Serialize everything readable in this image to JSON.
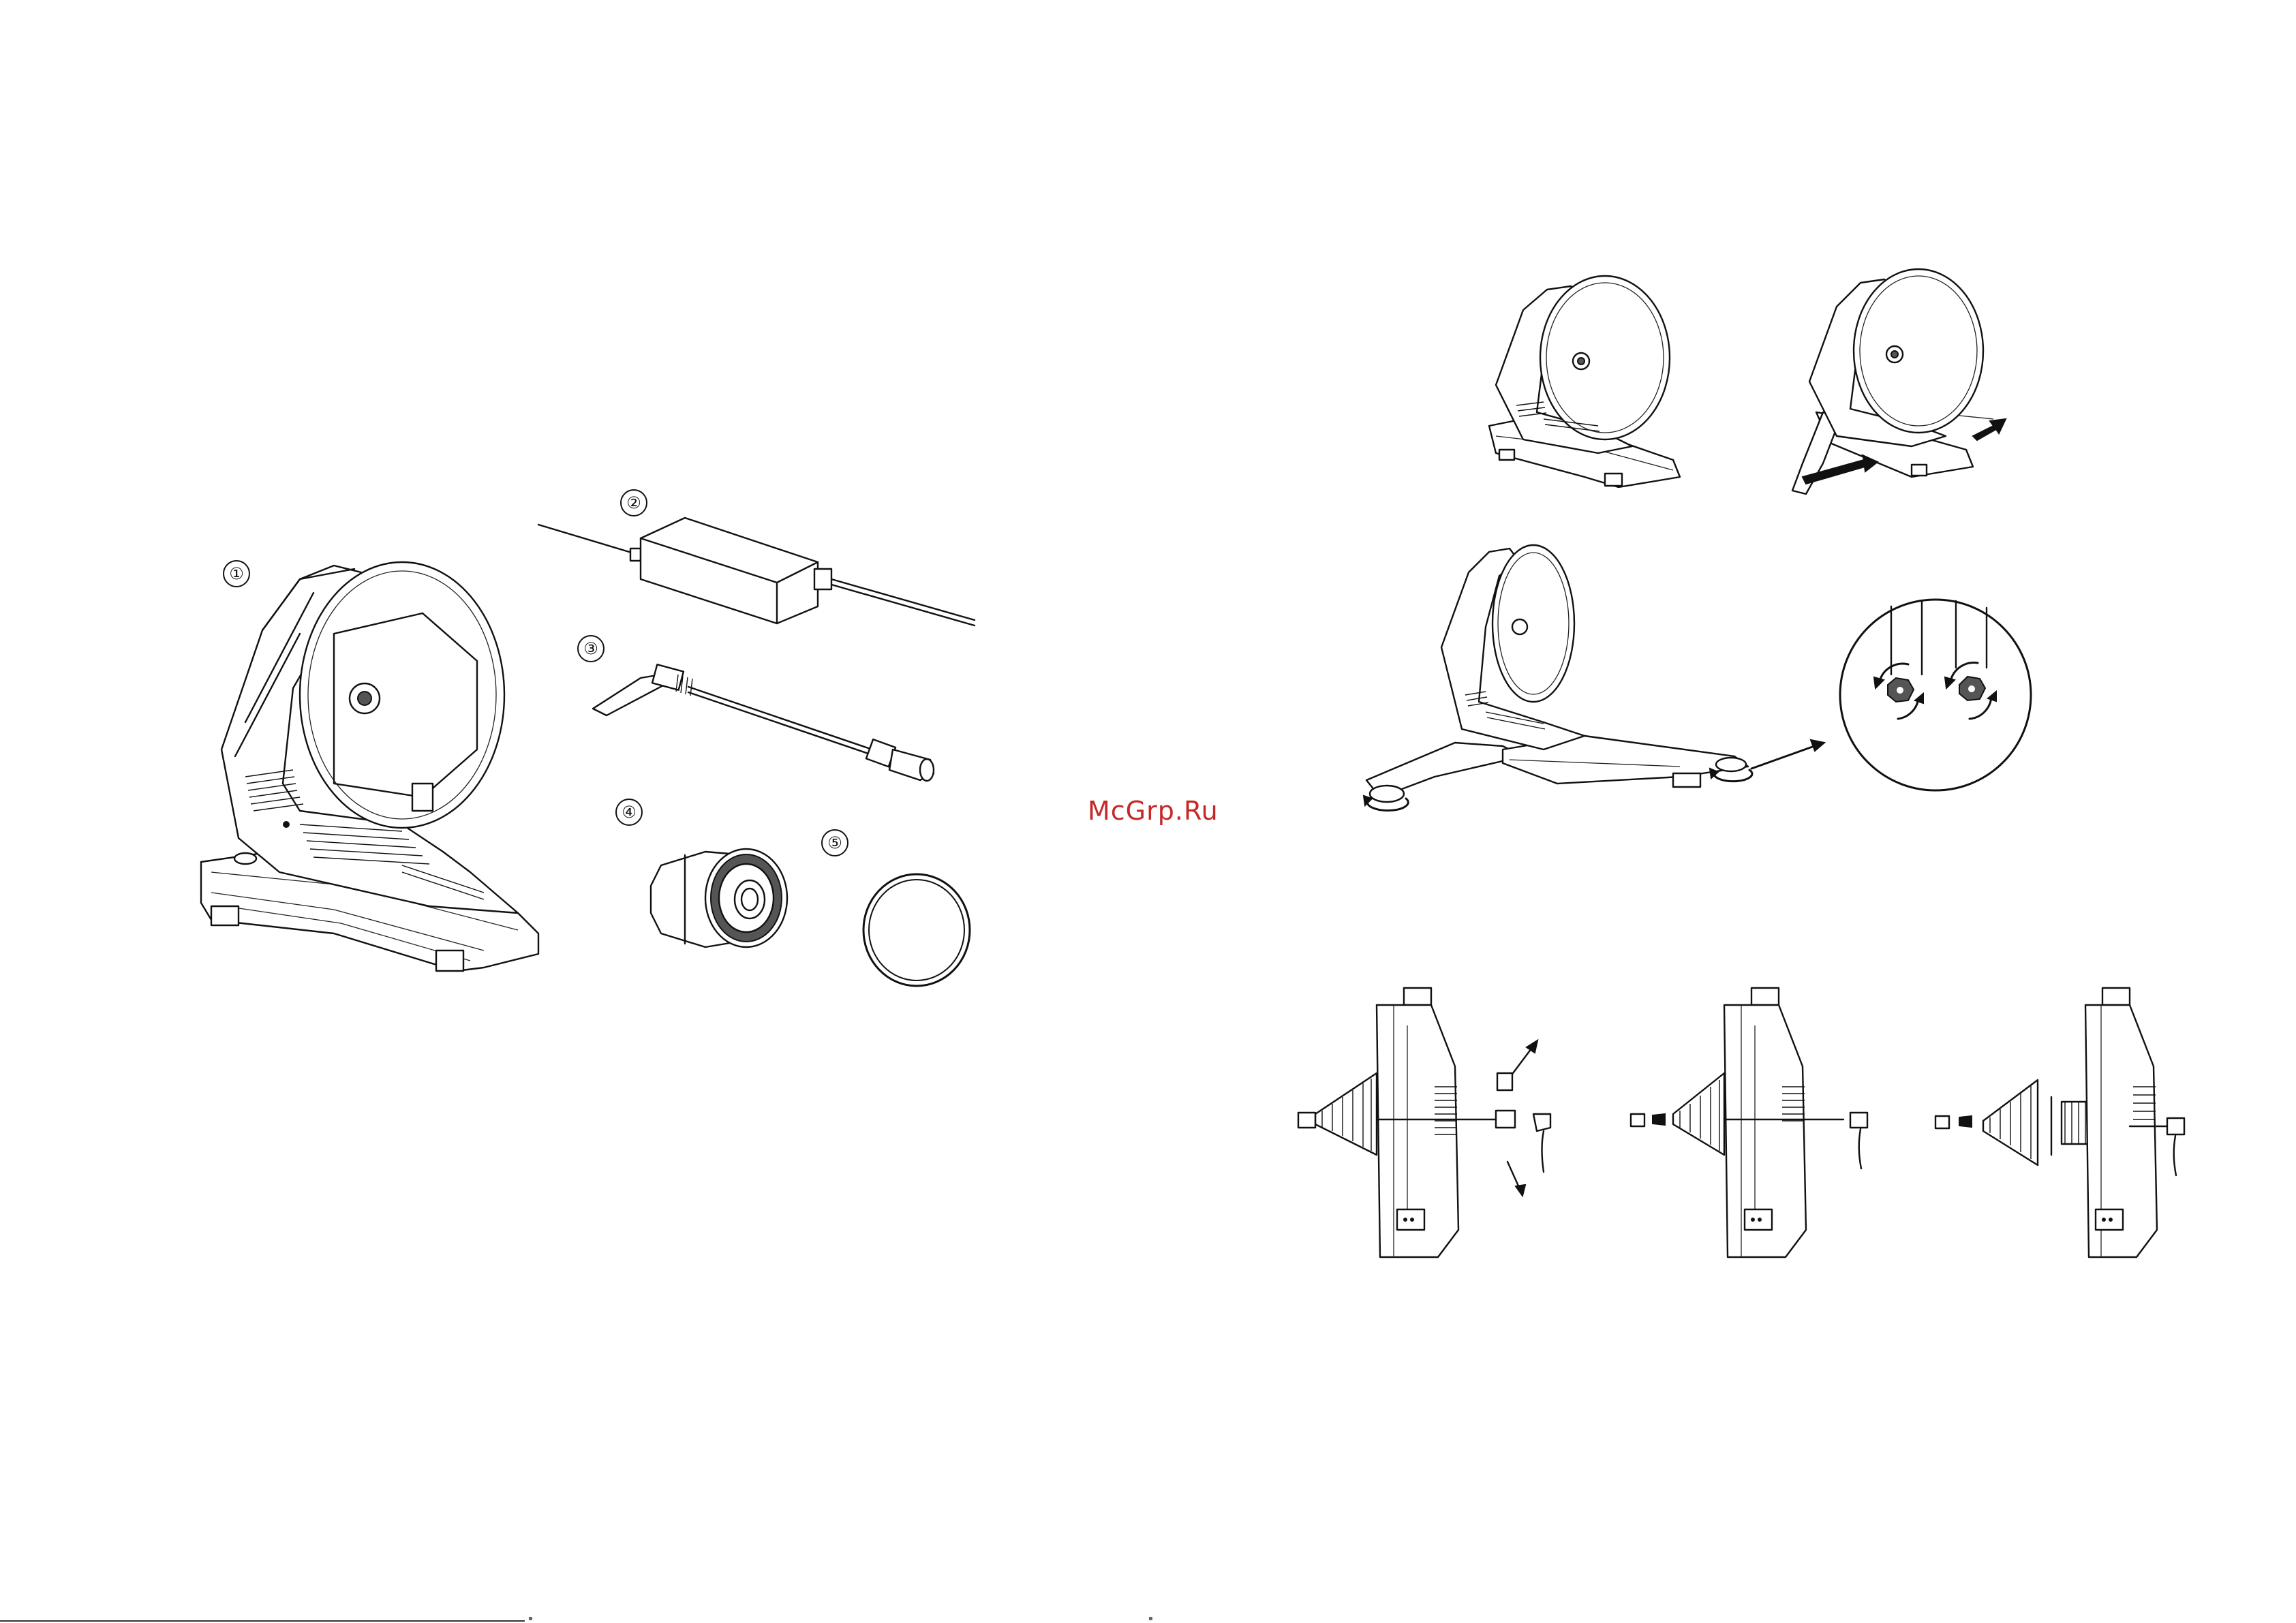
{
  "watermark": "McGrp.Ru",
  "parts": [
    {
      "number": "①",
      "icon": "smart-trainer-unit-icon"
    },
    {
      "number": "②",
      "icon": "power-adapter-icon"
    },
    {
      "number": "③",
      "icon": "quick-release-skewer-icon"
    },
    {
      "number": "④",
      "icon": "freehub-body-icon"
    },
    {
      "number": "⑤",
      "icon": "spacer-ring-icon"
    }
  ],
  "steps": [
    {
      "icon": "trainer-folded-icon"
    },
    {
      "icon": "trainer-unfolding-legs-icon"
    },
    {
      "icon": "trainer-leveling-feet-icon"
    },
    {
      "icon": "leveling-knob-detail-icon"
    },
    {
      "icon": "remove-axle-adapters-icon"
    },
    {
      "icon": "remove-cassette-icon"
    },
    {
      "icon": "install-cassette-icon"
    }
  ]
}
